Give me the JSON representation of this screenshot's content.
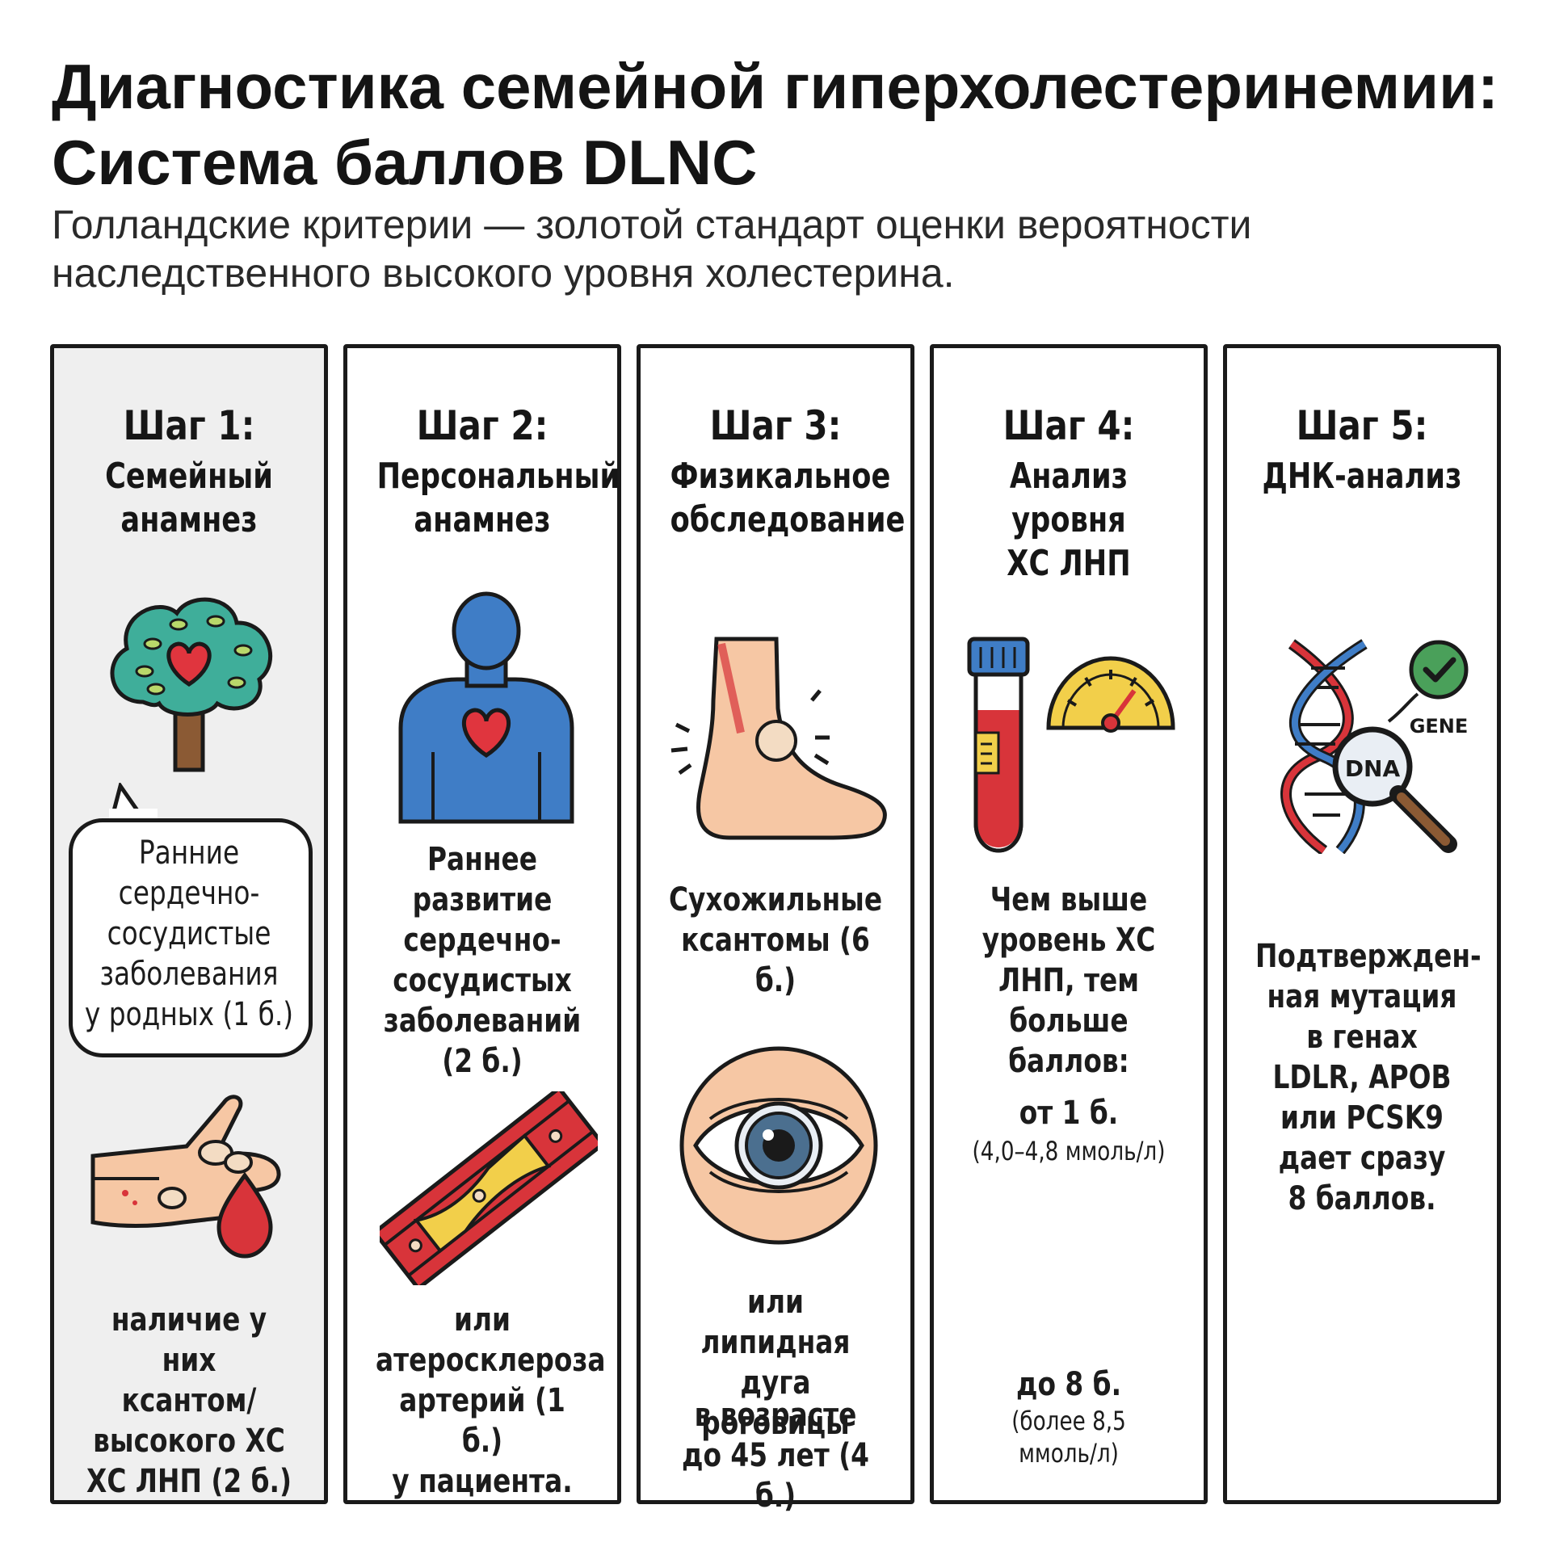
{
  "header": {
    "title_line1": "Диагностика семейной гиперхолестеринемии:",
    "title_line2": "Система баллов DLNC",
    "subtitle_line1": "Голландские критерии — золотой стандарт оценки вероятности",
    "subtitle_line2": "наследственного высокого уровня холестерина."
  },
  "steps": [
    {
      "num": "Шаг 1:",
      "title": [
        "Семейный",
        "анамнез"
      ],
      "bubble_text": [
        "Ранние",
        "сердечно-",
        "сосудистые",
        "заболевания",
        "у родных (1 б.)"
      ],
      "bottom_text": [
        "наличие у них",
        "ксантом/",
        "высокого ХС",
        "ХС ЛНП (2 б.)"
      ],
      "icons": [
        "family-tree-heart-icon",
        "hand-xanthoma-icon"
      ]
    },
    {
      "num": "Шаг 2:",
      "title": [
        "Персональный",
        "анамнез"
      ],
      "text": [
        "Раннее",
        "развитие",
        "сердечно-",
        "сосудистых",
        "заболеваний",
        "(2 б.)"
      ],
      "bottom_text": [
        "или",
        "атеросклероза",
        "артерий (1 б.)",
        "у пациента."
      ],
      "icons": [
        "person-heart-icon",
        "artery-plaque-icon"
      ]
    },
    {
      "num": "Шаг 3:",
      "title": [
        "Физикальное",
        "обследование"
      ],
      "text": [
        "Сухожильные",
        "ксантомы (6 б.)"
      ],
      "bottom_text": [
        "или липидная",
        "дуга роговицы"
      ],
      "age_text": [
        "в возрасте",
        "до 45 лет (4 б.)"
      ],
      "icons": [
        "foot-xanthoma-icon",
        "eye-arcus-icon"
      ]
    },
    {
      "num": "Шаг 4:",
      "title": [
        "Анализ",
        "уровня",
        "ХС ЛНП"
      ],
      "text": [
        "Чем выше",
        "уровень ХС",
        "ЛНП, тем",
        "больше",
        "баллов:"
      ],
      "from_text": "от 1 б.",
      "from_range": "(4,0–4,8 ммоль/л)",
      "to_text": "до 8 б.",
      "to_range": [
        "(более 8,5",
        "ммоль/л)"
      ],
      "icons": [
        "blood-tube-icon",
        "gauge-icon"
      ]
    },
    {
      "num": "Шаг 5:",
      "title": [
        "ДНК-анализ"
      ],
      "text": [
        "Подтвержден-",
        "ная мутация",
        "в генах",
        "LDLR, APOB",
        "или PCSK9",
        "дает сразу",
        "8 баллов."
      ],
      "gene_label": "GENE",
      "dna_label": "DNA",
      "icons": [
        "dna-magnifier-icon",
        "check-icon"
      ]
    }
  ],
  "colors": {
    "red": "#d8343a",
    "blue": "#3f7dc6",
    "green": "#4aa05a",
    "skin": "#f6c7a4",
    "yellow": "#f2cf4a"
  }
}
